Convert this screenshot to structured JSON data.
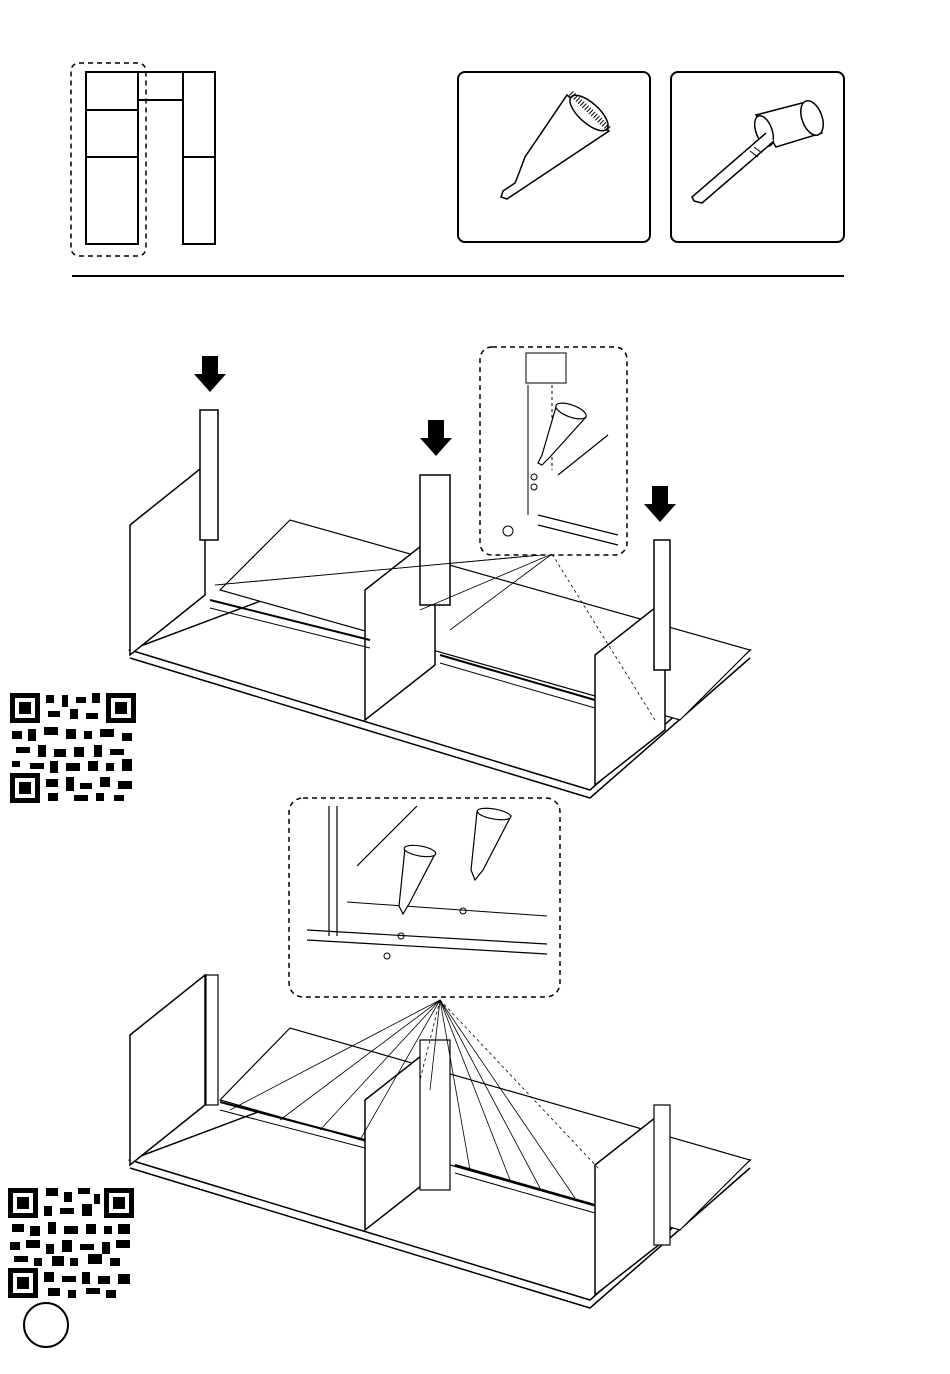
{
  "page": {
    "step_number": ""
  },
  "overview": {
    "icon": "cabinet-overview-icon",
    "highlight": "left-section"
  },
  "tools": [
    {
      "icon": "glue-tube-icon"
    },
    {
      "icon": "rubber-mallet-icon"
    }
  ],
  "steps": [
    {
      "name": "insert-dividers",
      "arrows": 3,
      "detail": "glue-in-dowel-holes"
    },
    {
      "name": "apply-glue-rails",
      "detail": "glue-along-rail"
    }
  ],
  "qr_codes": [
    {
      "icon": "qr-code-icon"
    },
    {
      "icon": "qr-code-icon"
    }
  ]
}
